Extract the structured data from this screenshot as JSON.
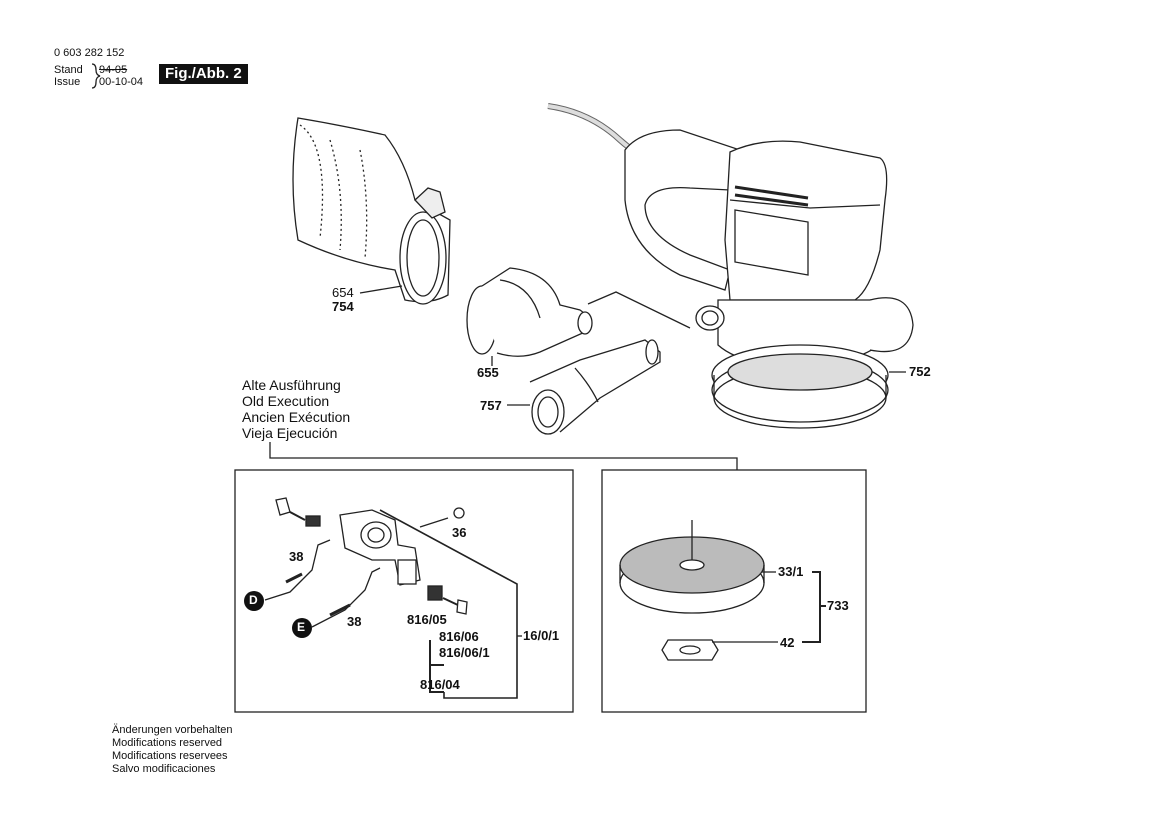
{
  "header": {
    "part_number": "0 603 282 152",
    "stand_label": "Stand",
    "stand_value": "94-05",
    "issue_label": "Issue",
    "issue_value": "00-10-04",
    "figure": "Fig./Abb. 2"
  },
  "execution_note": [
    "Alte Ausführung",
    "Old Execution",
    "Ancien Exécution",
    "Vieja Ejecución"
  ],
  "footer_note": [
    "Änderungen vorbehalten",
    "Modifications reserved",
    "Modifications reservees",
    "Salvo modificaciones"
  ],
  "callouts": {
    "c654": "654",
    "c754": "754",
    "c655": "655",
    "c757": "757",
    "c752": "752",
    "c36": "36",
    "c38a": "38",
    "c38b": "38",
    "c816_05": "816/05",
    "c816_06": "816/06",
    "c816_06_1": "816/06/1",
    "c816_04": "816/04",
    "c16_0_1": "16/0/1",
    "c33_1": "33/1",
    "c733": "733",
    "c42": "42",
    "markerD": "D",
    "markerE": "E"
  }
}
